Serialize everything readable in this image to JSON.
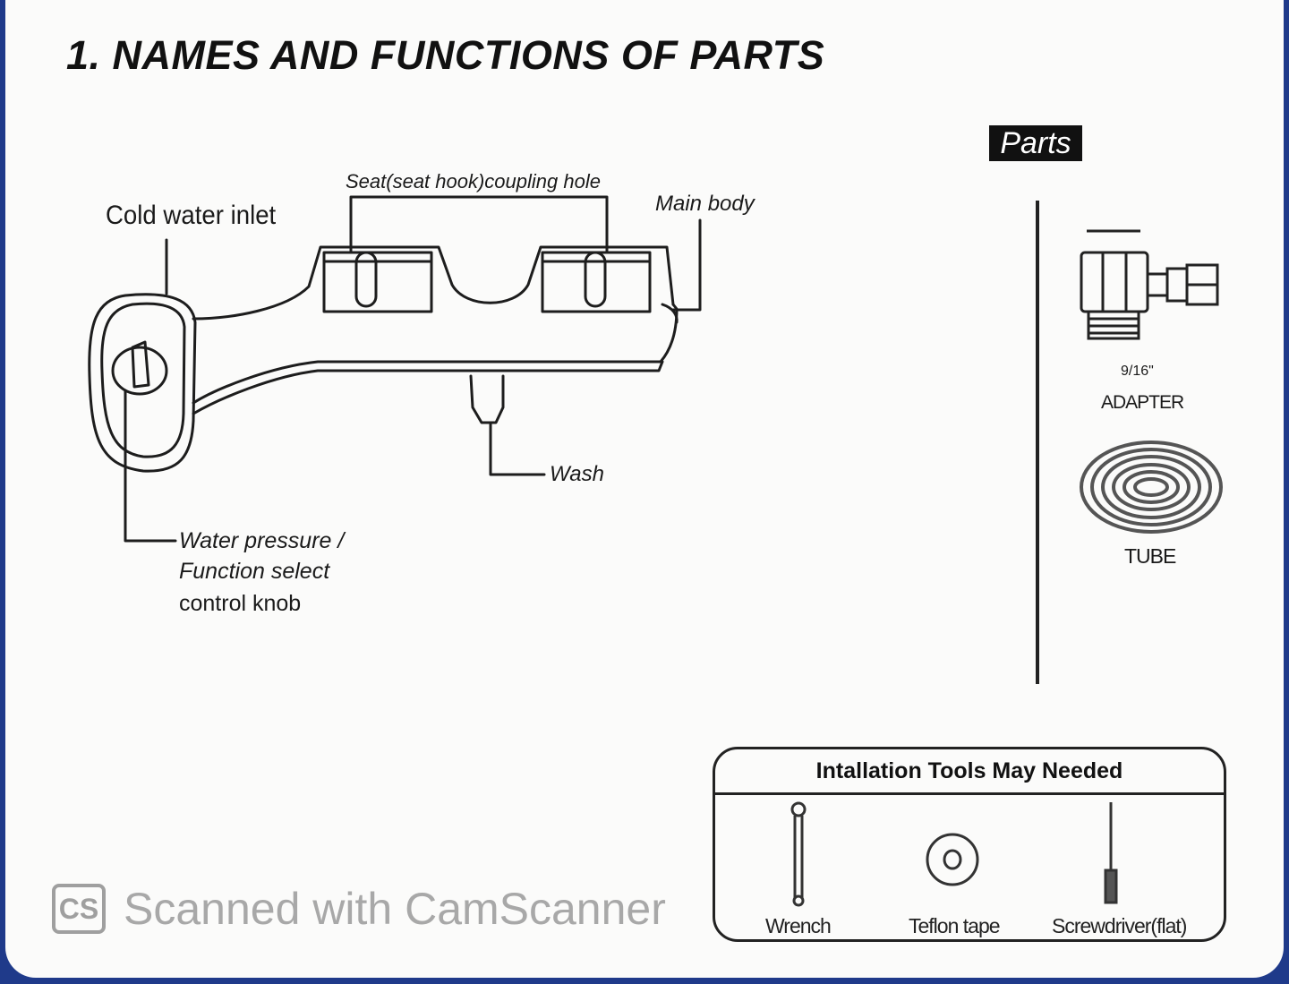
{
  "page": {
    "title": "1. NAMES AND FUNCTIONS OF PARTS"
  },
  "diagram": {
    "labels": {
      "cold_water_inlet": "Cold water inlet",
      "seat_hook_coupling_hole": "Seat(seat hook)coupling hole",
      "main_body": "Main body",
      "wash": "Wash",
      "knob_line1": "Water pressure /",
      "knob_line2": "Function select",
      "knob_line3": "control knob"
    }
  },
  "parts": {
    "heading": "Parts",
    "adapter_size": "9/16\"",
    "adapter_label": "ADAPTER",
    "tube_label": "TUBE"
  },
  "tools": {
    "heading": "Intallation Tools May Needed",
    "items": [
      {
        "label": "Wrench",
        "icon": "wrench-icon"
      },
      {
        "label": "Teflon tape",
        "icon": "teflon-tape-icon"
      },
      {
        "label": "Screwdriver(flat)",
        "icon": "screwdriver-icon"
      }
    ]
  },
  "watermark": {
    "logo": "CS",
    "text": "Scanned with CamScanner"
  }
}
